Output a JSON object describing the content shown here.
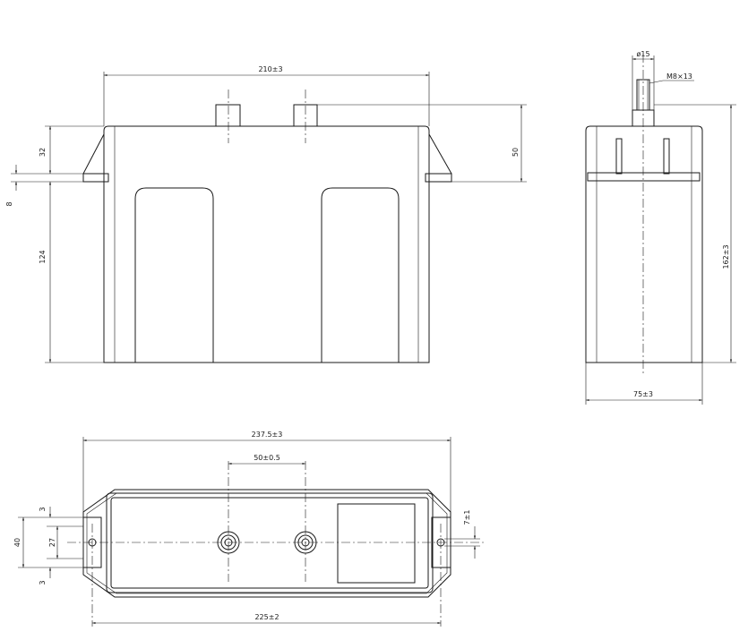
{
  "views": {
    "front": {
      "width_dim": "210±3",
      "top_dim": "32",
      "gap_dim": "8",
      "body_dim": "124",
      "mount_dim": "50"
    },
    "side": {
      "terminal_dia": "ø15",
      "thread": "M8×13",
      "height_dim": "162±3",
      "width_dim": "75±3"
    },
    "bottom": {
      "overall_dim": "237.5±3",
      "terminal_spacing": "50±0.5",
      "hole_spacing": "225±2",
      "flange_height": "40",
      "slot_dim": "27",
      "edge_top": "3",
      "edge_bottom": "3",
      "slot_dia": "7±1"
    }
  }
}
